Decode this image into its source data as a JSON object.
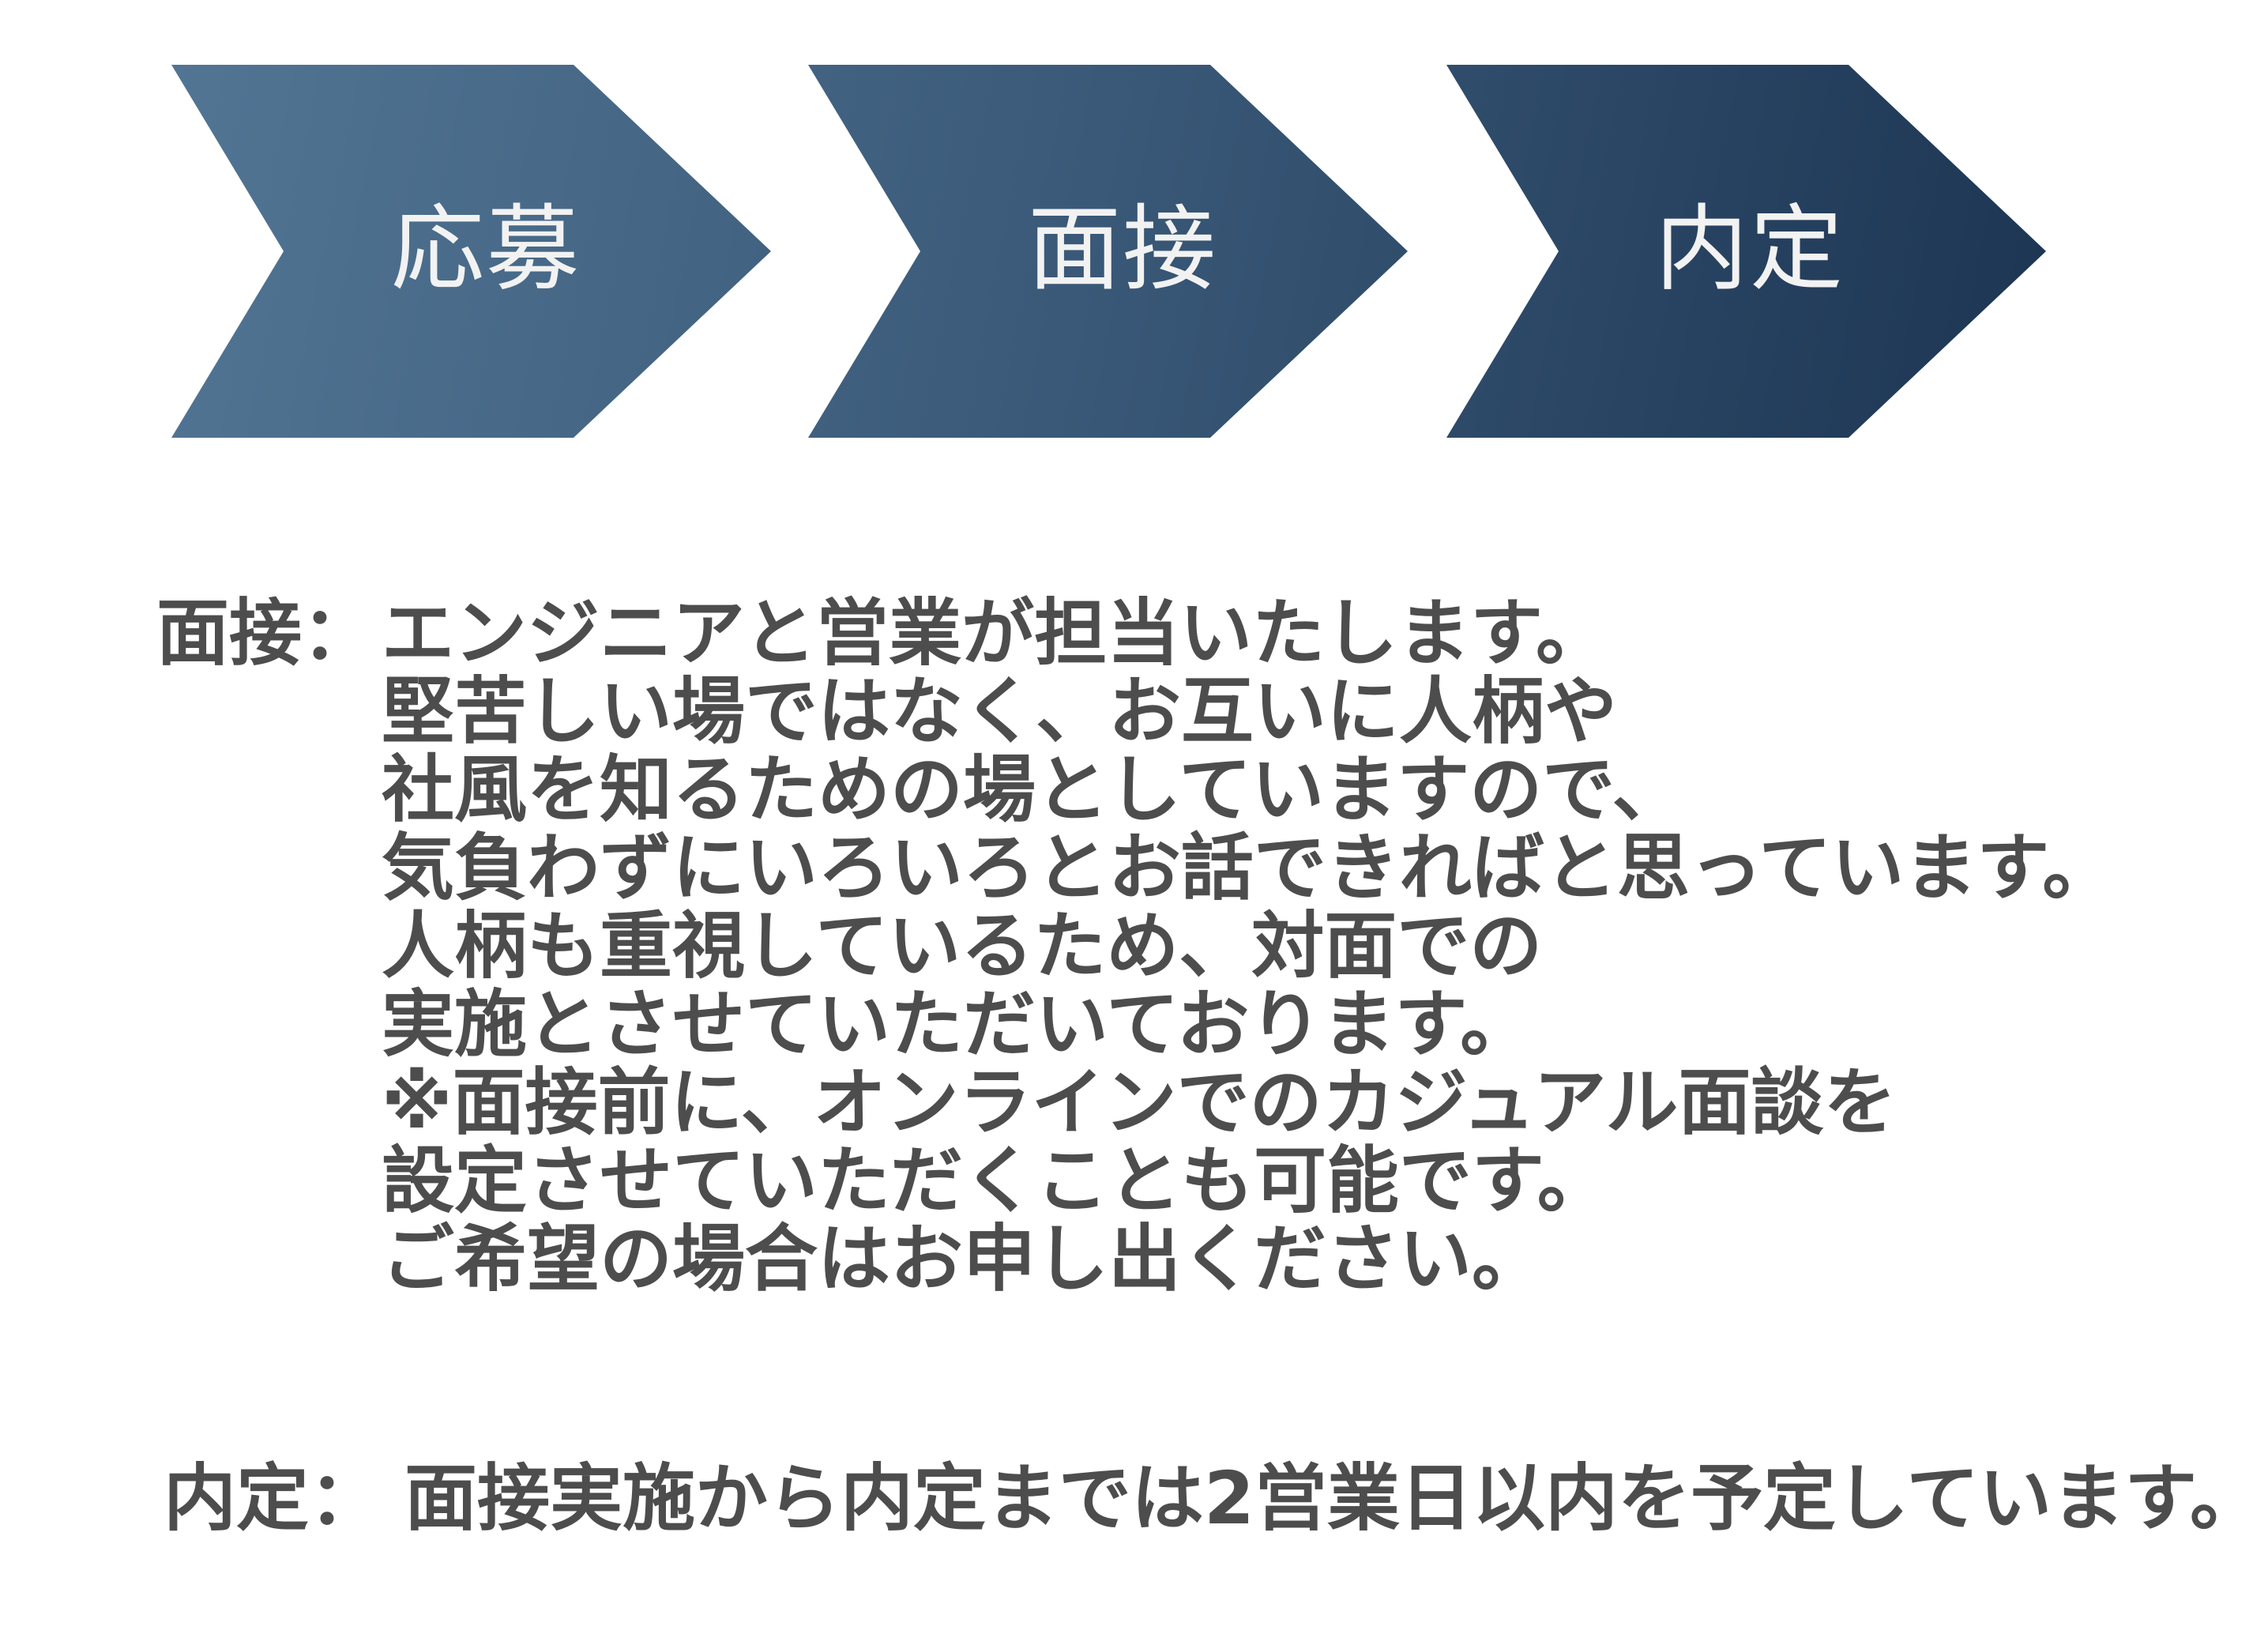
{
  "flow": {
    "steps": [
      {
        "label": "応募"
      },
      {
        "label": "面接"
      },
      {
        "label": "内定"
      }
    ],
    "colors": {
      "gradient_start": "#527594",
      "gradient_mid": "#3c5b7a",
      "gradient_end": "#1c3553",
      "label_text": "#f2f2f2"
    }
  },
  "details": {
    "interview": {
      "label": "面接：",
      "lines": [
        "エンジニアと営業が担当いたします。",
        "堅苦しい場ではなく、お互いに人柄や",
        "社風を知るための場としていますので、",
        "気負わずにいろいろとお話できればと思っています。",
        "人柄も重視しているため、対面での",
        "実施とさせていただいております。",
        "※面接前に、オンラインでのカジュアル面談を",
        "設定させていただくことも可能です。",
        "ご希望の場合はお申し出ください。"
      ]
    },
    "offer": {
      "label": "内定：",
      "text": "面接実施から内定までは2営業日以内を予定しています。"
    },
    "text_color": "#4d4d4d"
  }
}
